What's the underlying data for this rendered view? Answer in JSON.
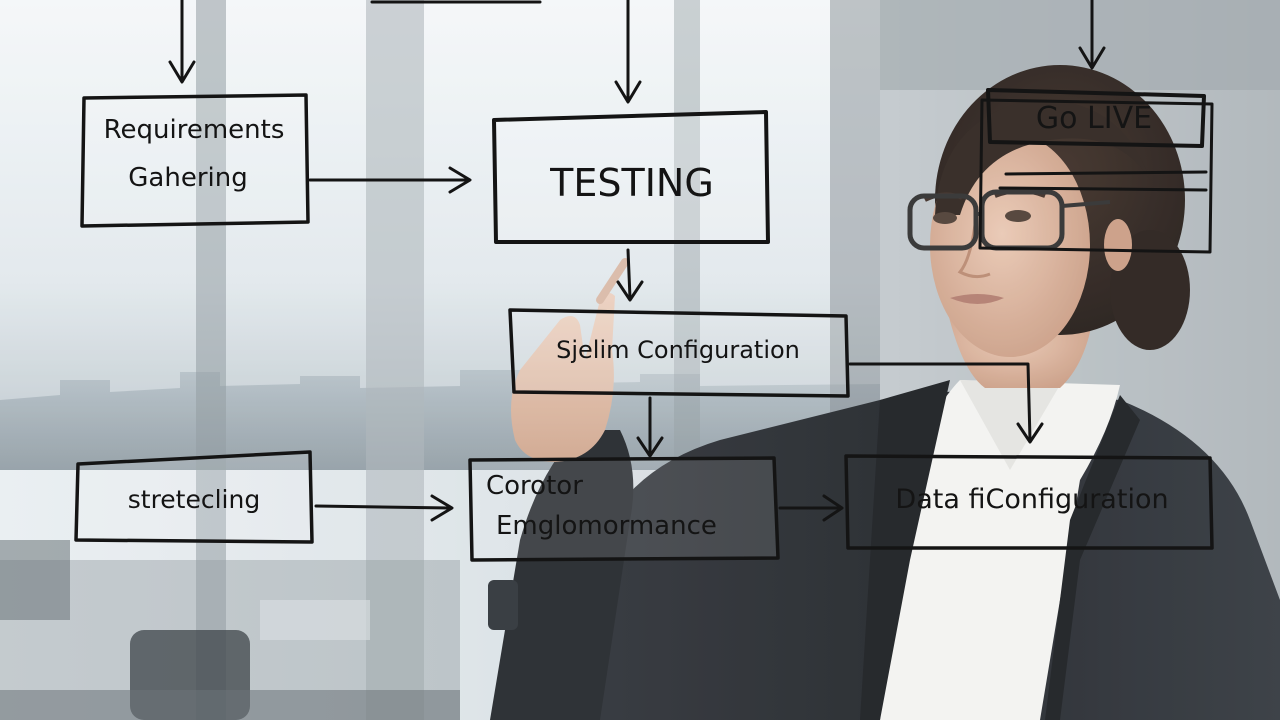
{
  "nodes": {
    "requirements": {
      "line1": "Requirements",
      "line2": "Gahering"
    },
    "testing": {
      "label": "TESTING"
    },
    "go_live": {
      "label": "Go LIVE"
    },
    "system_config": {
      "label": "Sjelim Configuration"
    },
    "structuring": {
      "label": "stretecling"
    },
    "center": {
      "line1": "Corotor",
      "line2": "Emglomormance"
    },
    "data_config": {
      "label": "Data fiConfiguration"
    }
  },
  "colors": {
    "ink": "#141414",
    "glass_tint": "#dfe6ea",
    "suit": "#1f2328",
    "shirt": "#f2f2f0"
  }
}
